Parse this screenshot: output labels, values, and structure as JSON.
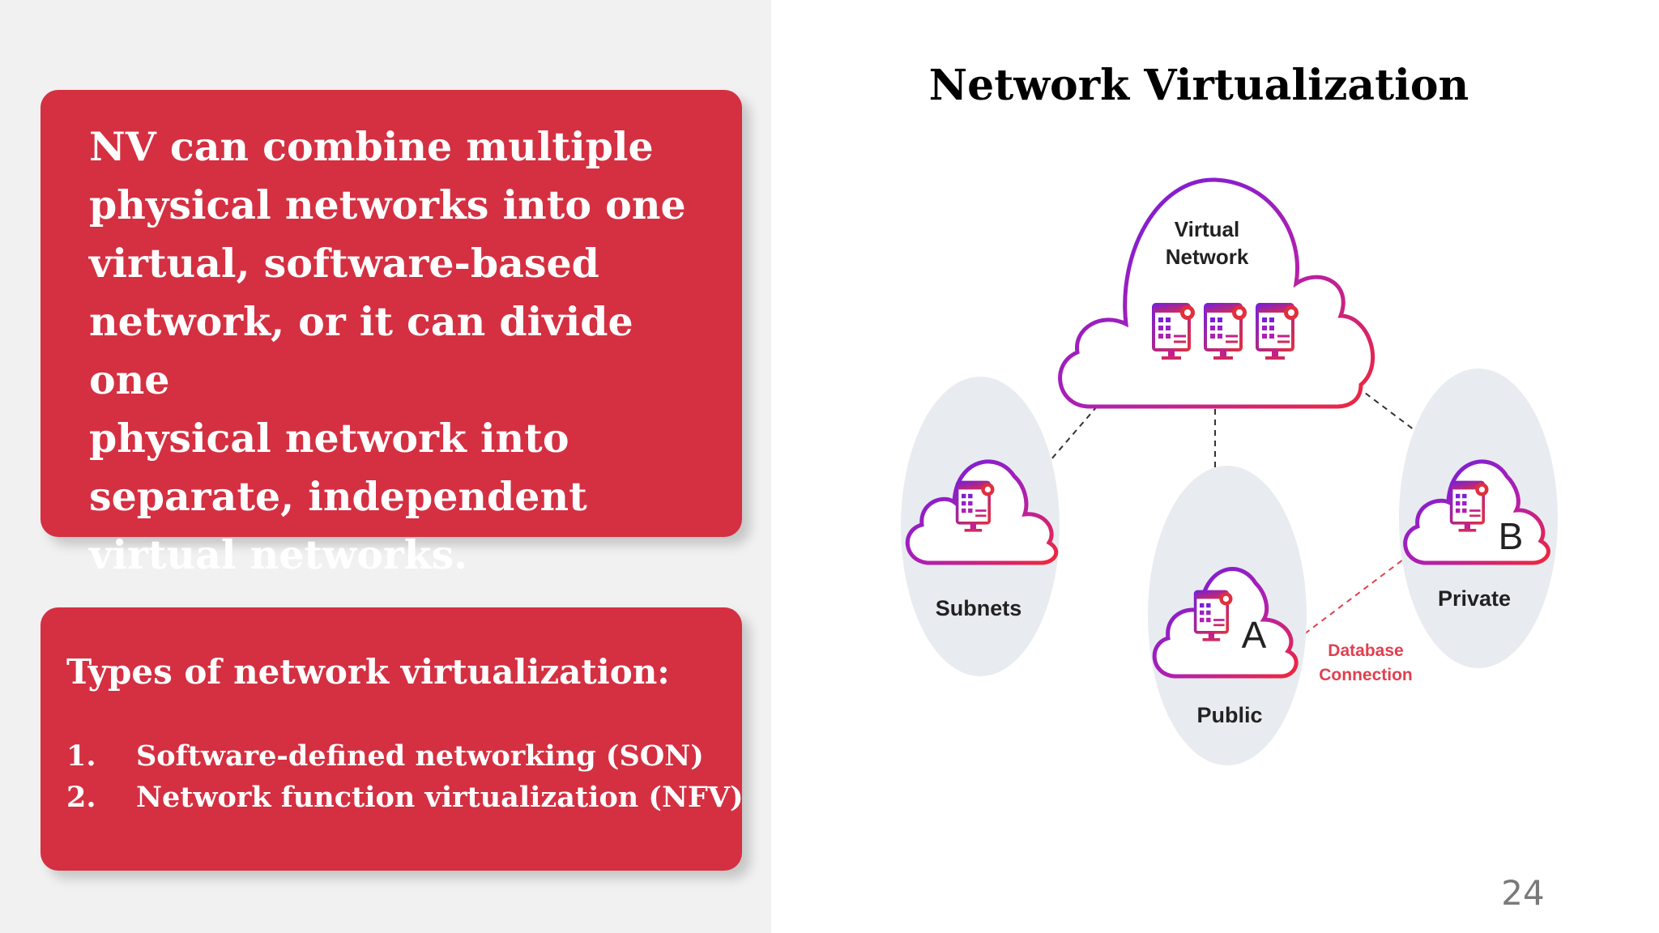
{
  "box1": {
    "text": "NV can combine multiple\nphysical networks into one\nvirtual, software-based\nnetwork, or it can divide one\nphysical network into\nseparate, independent\nvirtual networks."
  },
  "box2": {
    "heading": "Types of network virtualization:",
    "items": [
      {
        "num": "1.",
        "label": "Software-defined networking (SON)"
      },
      {
        "num": "2.",
        "label": "Network function virtualization (NFV)"
      }
    ]
  },
  "slide": {
    "title": "Network Virtualization",
    "page_number": "24"
  },
  "diagram": {
    "virtual_network_line1": "Virtual",
    "virtual_network_line2": "Network",
    "subnets": "Subnets",
    "public": "Public",
    "public_letter": "A",
    "private": "Private",
    "private_letter": "B",
    "db_line1": "Database",
    "db_line2": "Connection"
  },
  "colors": {
    "box_red": "#d43042",
    "cloud_purple": "#7a1fd6",
    "cloud_red": "#e0303f",
    "circle_bg": "#e8ecf1"
  }
}
